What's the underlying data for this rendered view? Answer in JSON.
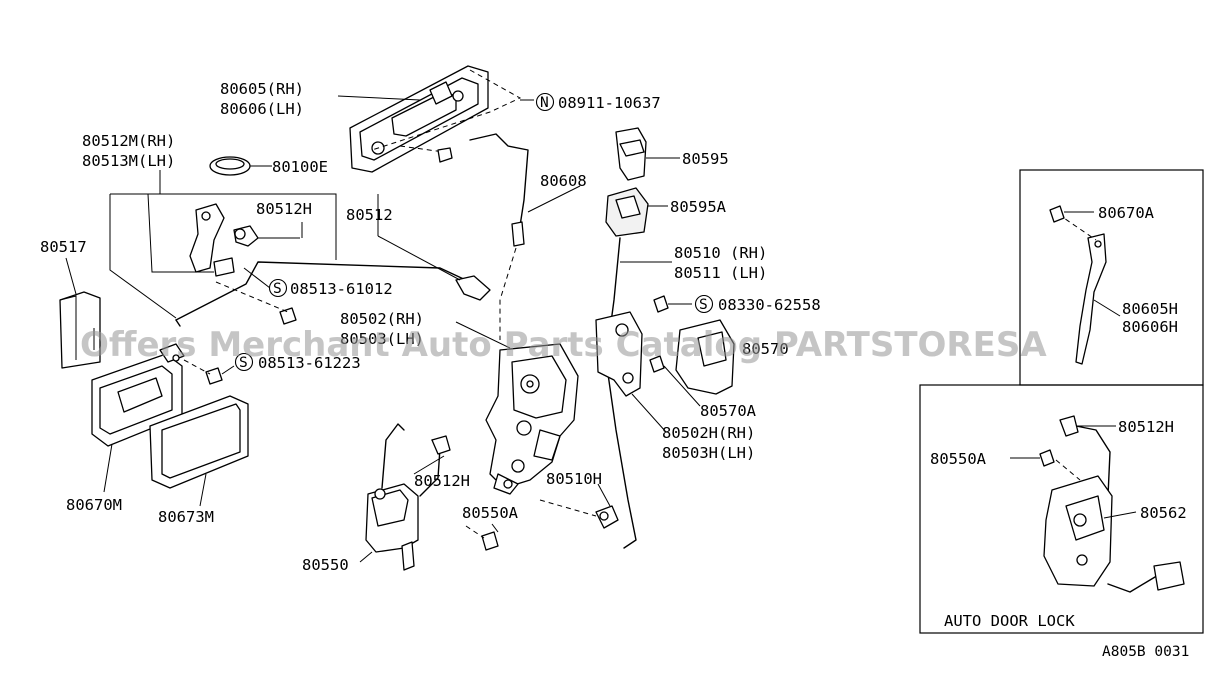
{
  "watermark": "Offers Merchant Auto Parts Catalog PARTSTORESA",
  "diagram_code": "A805B 0031",
  "inset_caption": "AUTO DOOR LOCK",
  "callouts": {
    "c80605": "80605(RH)",
    "c80606": "80606(LH)",
    "c08911": "08911-10637",
    "c08911_sym": "N",
    "c80512m": "80512M(RH)",
    "c80513m": "80513M(LH)",
    "c80100e": "80100E",
    "c80608": "80608",
    "c80595": "80595",
    "c80595a": "80595A",
    "c80512h_a": "80512H",
    "c80512": "80512",
    "c80517": "80517",
    "c08513_61012": "08513-61012",
    "c08513_61012_sym": "S",
    "c80510": "80510 (RH)",
    "c80511": "80511 (LH)",
    "c08330": "08330-62558",
    "c08330_sym": "S",
    "c80502": "80502(RH)",
    "c80503": "80503(LH)",
    "c80570": "80570",
    "c08513_61223": "08513-61223",
    "c08513_61223_sym": "S",
    "c80570a": "80570A",
    "c80502h": "80502H(RH)",
    "c80503h": "80503H(LH)",
    "c80512h_b": "80512H",
    "c80510h": "80510H",
    "c80670m": "80670M",
    "c80673m": "80673M",
    "c80550a": "80550A",
    "c80550": "80550",
    "c80670a": "80670A",
    "c80605h": "80605H",
    "c80606h": "80606H",
    "c80512h_c": "80512H",
    "c80550a_b": "80550A",
    "c80562": "80562"
  }
}
